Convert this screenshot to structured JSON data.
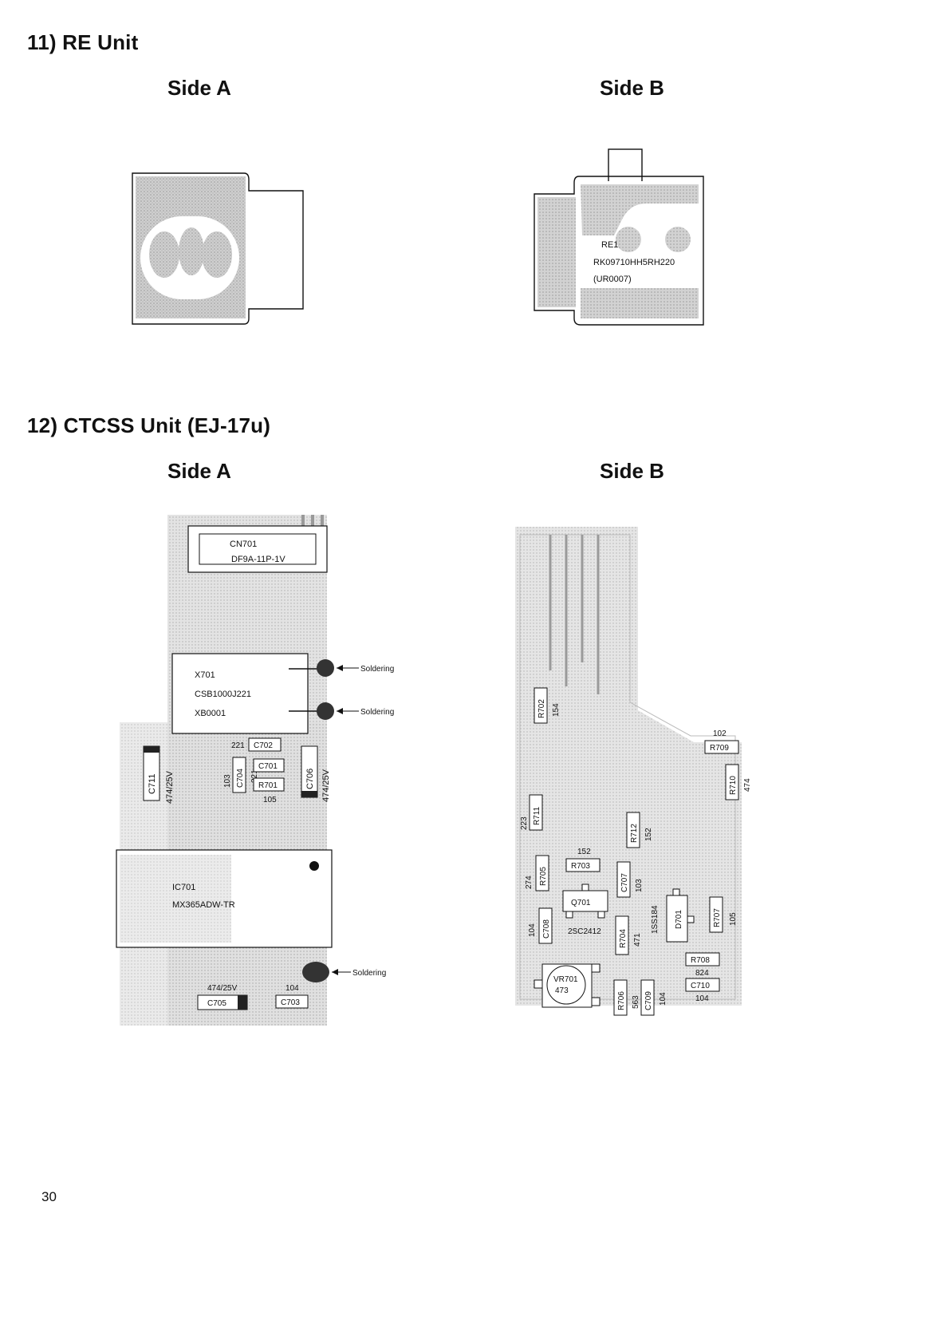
{
  "sections": {
    "re_unit": {
      "title": "11) RE Unit",
      "side_a": "Side A",
      "side_b": "Side B",
      "side_b_labels": {
        "ref": "RE1",
        "part": "RK09710HH5RH220",
        "code": "(UR0007)"
      }
    },
    "ctcss_unit": {
      "title": "12) CTCSS Unit (EJ-17u)",
      "side_a": "Side A",
      "side_b": "Side B",
      "side_a_labels": {
        "cn701": "CN701",
        "cn701_part": "DF9A-11P-1V",
        "x701": "X701",
        "x701_part": "CSB1000J221",
        "x701_code": "XB0001",
        "soldering_1": "Soldering",
        "soldering_2": "Soldering",
        "soldering_3": "Soldering",
        "c711": "C711",
        "c711_value": "474/25V",
        "c702": "C702",
        "c702_value": "221",
        "c704": "C704",
        "c704_value": "103",
        "c701": "C701",
        "c701_value": "221",
        "r701": "R701",
        "r701_value": "105",
        "c706": "C706",
        "c706_value": "474/25V",
        "ic701": "IC701",
        "ic701_part": "MX365ADW-TR",
        "c705": "C705",
        "c705_value": "474/25V",
        "c703": "C703",
        "c703_value": "104"
      },
      "side_b_labels": {
        "r702": "R702",
        "r702_value": "154",
        "r709": "R709",
        "r709_value": "102",
        "r710": "R710",
        "r710_value": "474",
        "r711": "R711",
        "r711_value": "223",
        "r712": "R712",
        "r712_value": "152",
        "r703": "R703",
        "r703_value": "152",
        "r705": "R705",
        "r705_value": "274",
        "c707": "C707",
        "c707_value": "103",
        "q701": "Q701",
        "q701_part": "2SC2412",
        "d701": "D701",
        "d701_part": "1SS184",
        "r707": "R707",
        "r707_value": "105",
        "c708": "C708",
        "c708_value": "104",
        "r704": "R704",
        "r704_value": "471",
        "r708": "R708",
        "r708_value": "824",
        "c710": "C710",
        "c710_value": "104",
        "vr701": "VR701",
        "vr701_value": "473",
        "r706": "R706",
        "r706_value": "563",
        "c709": "C709",
        "c709_value": "104"
      }
    }
  },
  "page_number": "30",
  "colors": {
    "ink": "#111111",
    "copper": "#bdbdbd",
    "copper_light": "#d8d8d8",
    "paper": "#ffffff"
  }
}
